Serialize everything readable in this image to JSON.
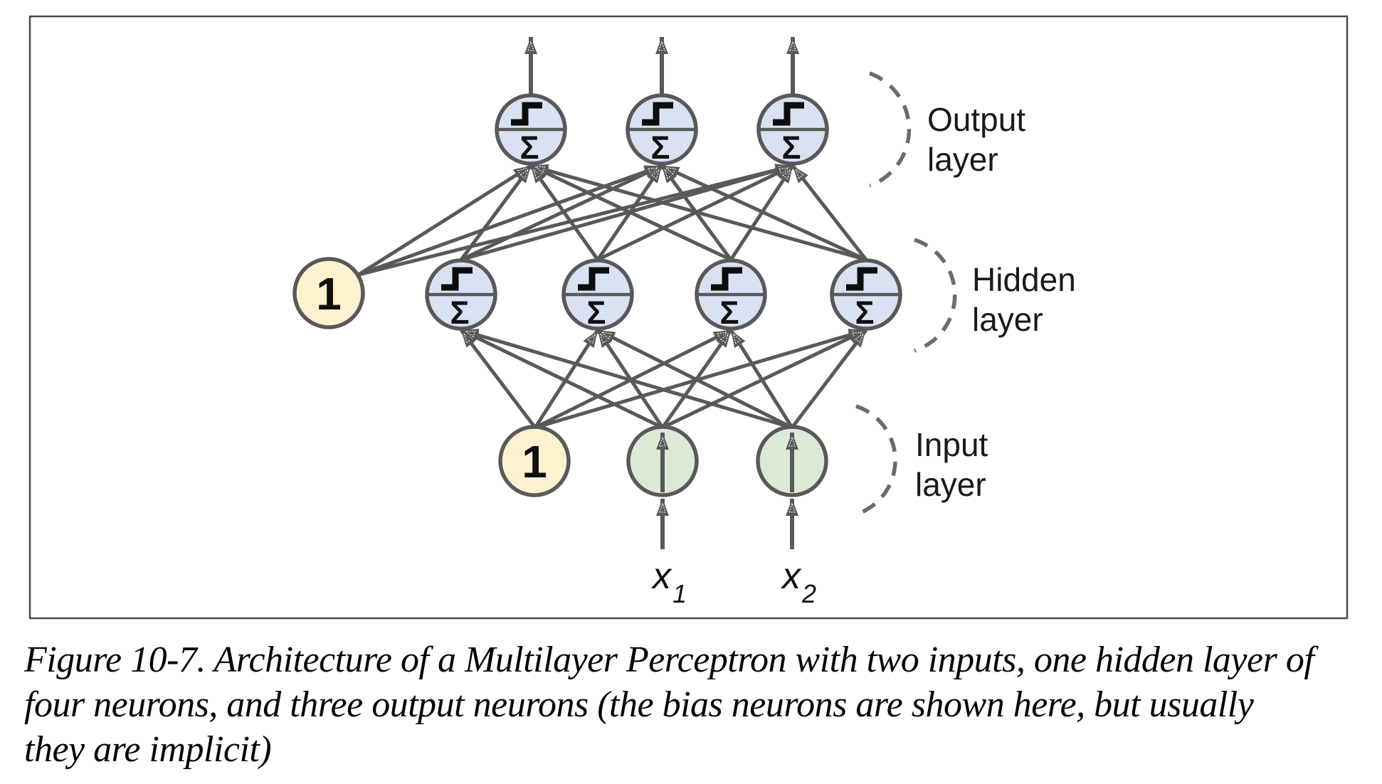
{
  "figure": {
    "type": "neural-network-architecture-diagram",
    "layer_labels": {
      "output": [
        "Output",
        "layer"
      ],
      "hidden": [
        "Hidden",
        "layer"
      ],
      "input": [
        "Input",
        "layer"
      ]
    },
    "bias_value": "1",
    "sigma": "Σ",
    "activation_icon": "step-function",
    "inputs": [
      {
        "base": "x",
        "sub": "1"
      },
      {
        "base": "x",
        "sub": "2"
      }
    ],
    "layer_counts": {
      "inputs": 2,
      "hidden_neurons": 4,
      "output_neurons": 3,
      "bias_neurons": 2
    },
    "colors": {
      "neuron_fill_blue": "#d9e2f3",
      "bias_fill_yellow": "#fcf2cf",
      "input_fill_green": "#dbe9d5",
      "stroke_gray": "#595959"
    },
    "caption_lines": [
      "Figure 10-7. Architecture of a Multilayer Perceptron with two inputs, one hidden layer of",
      "four neurons, and three output neurons (the bias neurons are shown here, but usually",
      "they are implicit)"
    ]
  }
}
